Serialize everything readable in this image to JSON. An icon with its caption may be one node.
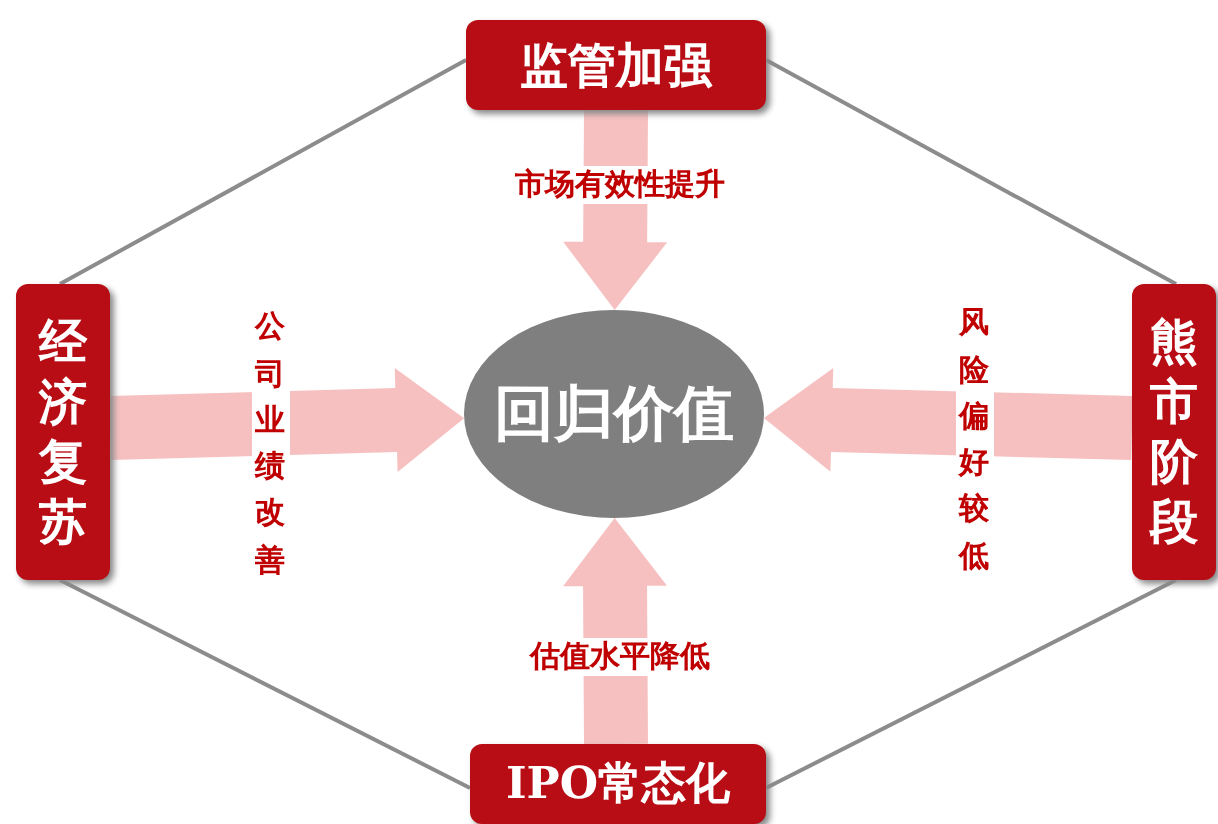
{
  "diagram": {
    "nodes": [
      {
        "text": [
          "监管加强"
        ]
      },
      {
        "text": [
          "经济复苏"
        ]
      },
      {
        "text": [
          "熊市阶段"
        ]
      },
      {
        "text": [
          "IPO常态化"
        ]
      },
      {
        "text": [
          "回归价值"
        ]
      }
    ],
    "edges": [
      {
        "from": 0,
        "to": 1,
        "arrow": "none"
      },
      {
        "from": 0,
        "to": 2,
        "arrow": "none"
      },
      {
        "from": 1,
        "to": 3,
        "arrow": "none"
      },
      {
        "from": 2,
        "to": 3,
        "arrow": "none"
      },
      {
        "from": 0,
        "to": 4,
        "arrow": "to",
        "label": "市场有效性提升",
        "style": "thick",
        "color": "#f7c0c0"
      },
      {
        "from": 1,
        "to": 4,
        "arrow": "to",
        "label": "公司业绩改善",
        "style": "thick",
        "color": "#f7c0c0"
      },
      {
        "from": 2,
        "to": 4,
        "arrow": "to",
        "label": "风险偏好较低",
        "style": "thick",
        "color": "#f7c0c0"
      },
      {
        "from": 3,
        "to": 4,
        "arrow": "to",
        "label": "估值水平降低",
        "style": "thick",
        "color": "#f7c0c0"
      }
    ]
  }
}
